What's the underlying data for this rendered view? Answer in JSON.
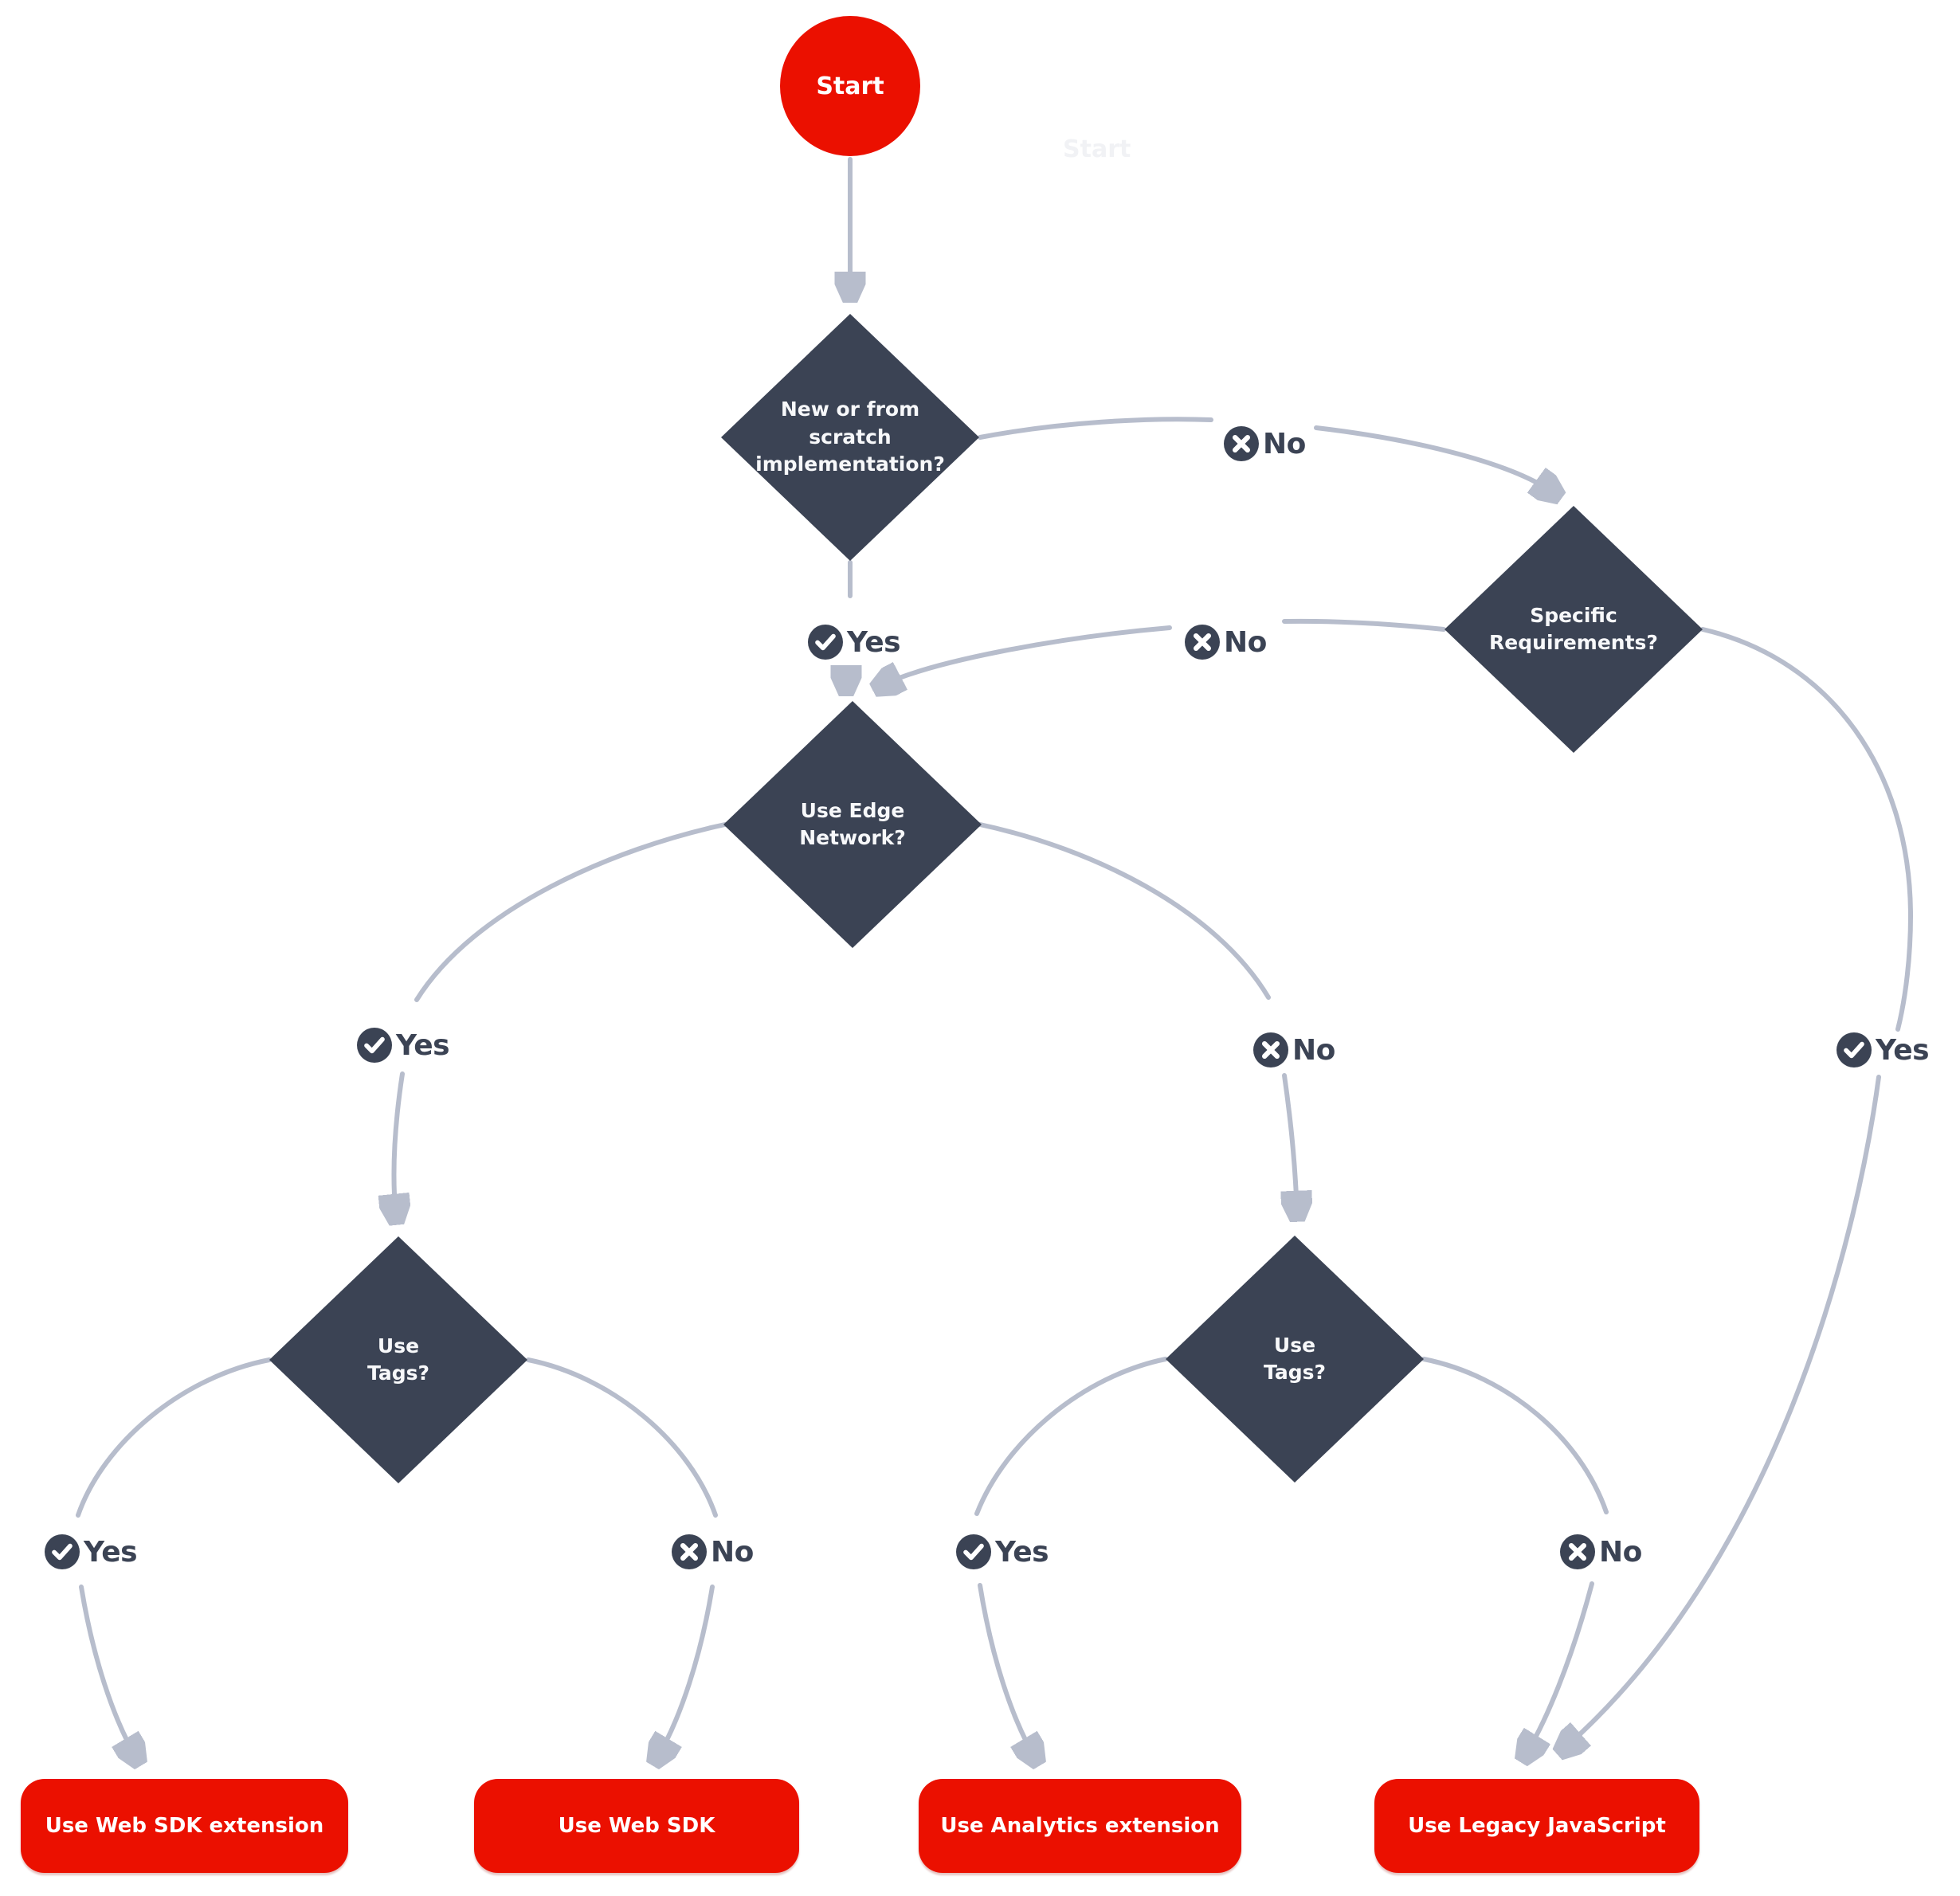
{
  "diagram": {
    "nodes": {
      "start": "Start",
      "ghost_start": "Start",
      "new_or_scratch": "New or from scratch implementation?",
      "specific_requirements": "Specific Requirements?",
      "use_edge_network": "Use Edge Network?",
      "use_tags_left": "Use Tags?",
      "use_tags_right": "Use Tags?",
      "use_web_sdk_extension": "Use Web SDK extension",
      "use_web_sdk": "Use Web SDK",
      "use_analytics_extension": "Use Analytics extension",
      "use_legacy_javascript": "Use Legacy JavaScript"
    },
    "edge_labels": {
      "yes": "Yes",
      "no": "No"
    },
    "colors": {
      "result_red": "#EB1000",
      "decision_navy": "#3B4354",
      "edge_gray": "#B7BDCC",
      "label_text": "#3B4354"
    }
  }
}
